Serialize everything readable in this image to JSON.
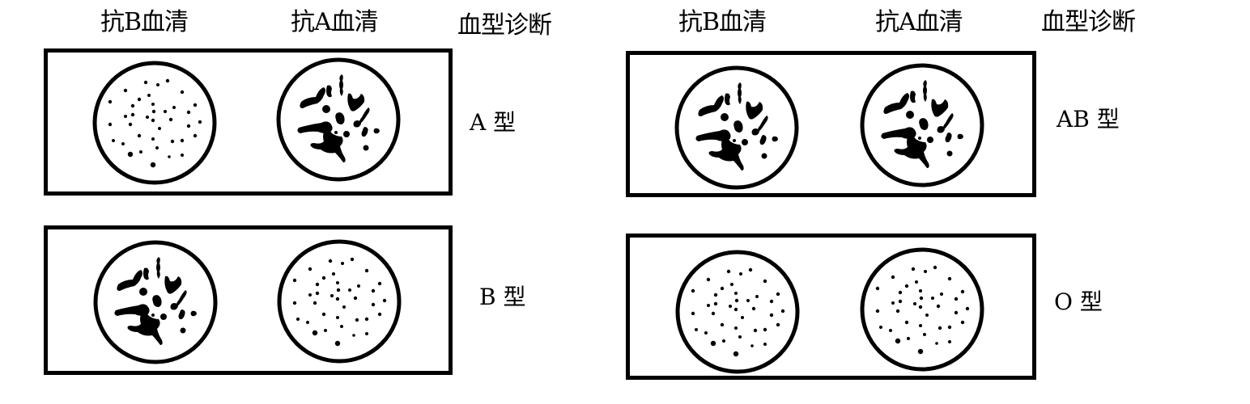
{
  "headers": {
    "left": {
      "anti_b": "抗B血清",
      "anti_a": "抗A血清",
      "diagnosis": "血型诊断"
    },
    "right": {
      "anti_b": "抗B血清",
      "anti_a": "抗A血清",
      "diagnosis": "血型诊断"
    }
  },
  "panels": [
    {
      "position": "top-left",
      "anti_b_result": "no agglutination (scattered dots)",
      "anti_a_result": "agglutination (clumps)",
      "blood_type": "A 型"
    },
    {
      "position": "bottom-left",
      "anti_b_result": "agglutination (clumps)",
      "anti_a_result": "no agglutination (scattered dots)",
      "blood_type": "B 型"
    },
    {
      "position": "top-right",
      "anti_b_result": "agglutination (clumps)",
      "anti_a_result": "agglutination (clumps)",
      "blood_type": "AB 型"
    },
    {
      "position": "bottom-right",
      "anti_b_result": "no agglutination (scattered dots)",
      "anti_a_result": "no agglutination (scattered dots)",
      "blood_type": "O 型"
    }
  ],
  "legend": {
    "dots": "scattered-dots-icon",
    "clumps": "agglutination-clumps-icon"
  },
  "colors": {
    "ink": "#000000",
    "background": "#ffffff"
  }
}
